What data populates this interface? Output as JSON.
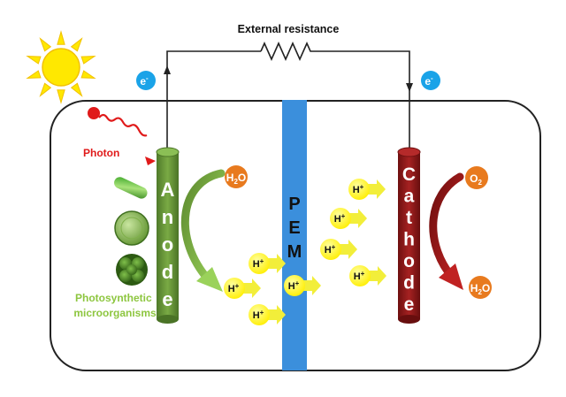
{
  "resistor_label": "External resistance",
  "electron": {
    "symbol": "e",
    "charge": "-"
  },
  "photon_label": "Photon",
  "anode_letters": [
    "A",
    "n",
    "o",
    "d",
    "e"
  ],
  "pem_letters": [
    "P",
    "E",
    "M"
  ],
  "cathode_letters": [
    "C",
    "a",
    "t",
    "h",
    "o",
    "d",
    "e"
  ],
  "water_anode": {
    "base": "H",
    "sub": "2",
    "rest": "O"
  },
  "oxygen": {
    "base": "O",
    "sub": "2"
  },
  "water_cathode": {
    "base": "H",
    "sub": "2",
    "rest": "O"
  },
  "proton": {
    "base": "H",
    "sup": "+"
  },
  "microbe_label_lines": [
    "Photosynthetic",
    "microorganisms"
  ],
  "colors": {
    "anode": "#6a9a3c",
    "cathode": "#8b1a1a",
    "pem": "#3b8fdc",
    "proton": "#ffff00",
    "proton_arrow": "#f2ee3a",
    "molecule": "#e87a1e",
    "electron": "#1aa3e8",
    "photon": "#e01a1a",
    "sun": "#ffe800",
    "microbe_text": "#8dc63f"
  }
}
